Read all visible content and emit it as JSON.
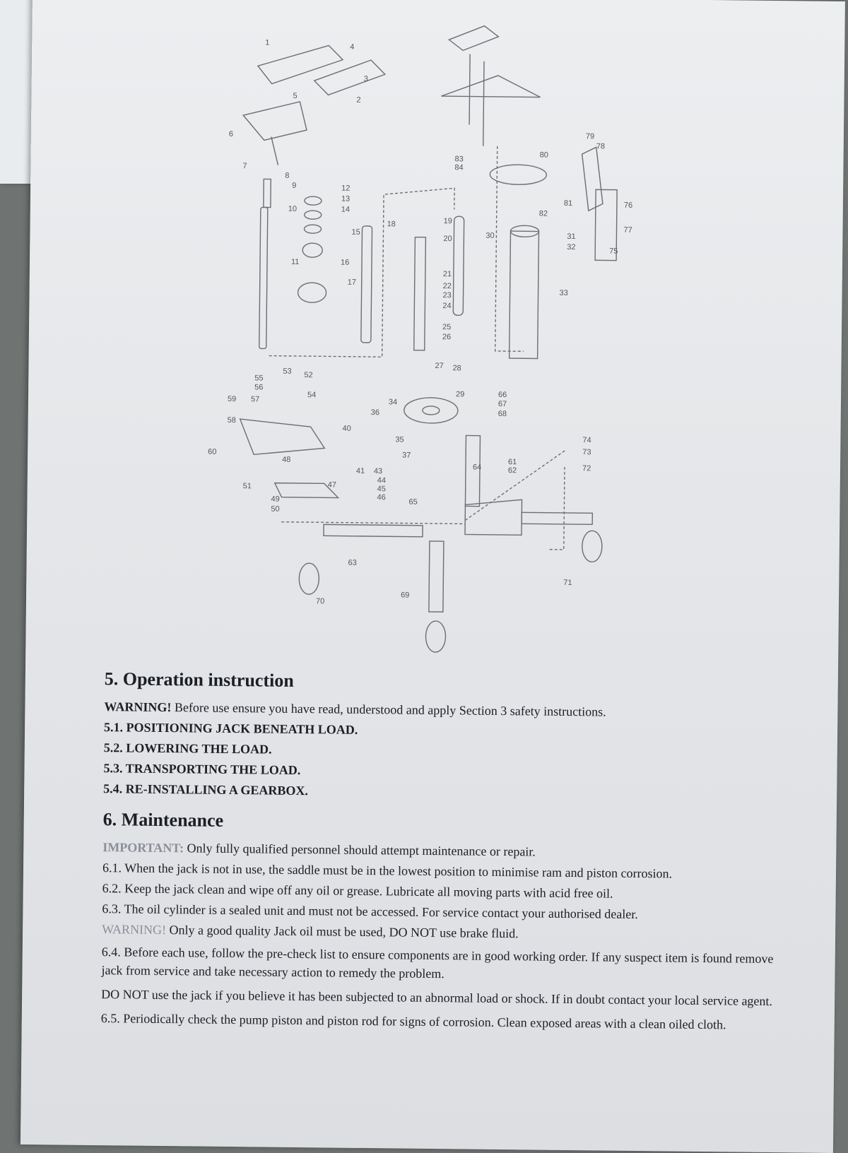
{
  "diagram": {
    "part_numbers": [
      "1",
      "2",
      "3",
      "4",
      "5",
      "6",
      "7",
      "8",
      "9",
      "10",
      "11",
      "12",
      "13",
      "14",
      "15",
      "16",
      "17",
      "18",
      "19",
      "20",
      "21",
      "22",
      "23",
      "24",
      "25",
      "26",
      "27",
      "28",
      "29",
      "30",
      "31",
      "32",
      "33",
      "34",
      "35",
      "36",
      "37",
      "40",
      "41",
      "43",
      "44",
      "45",
      "46",
      "47",
      "48",
      "49",
      "50",
      "51",
      "52",
      "53",
      "54",
      "55",
      "56",
      "57",
      "58",
      "59",
      "60",
      "61",
      "62",
      "63",
      "64",
      "65",
      "66",
      "67",
      "68",
      "69",
      "70",
      "71",
      "72",
      "73",
      "74",
      "75",
      "76",
      "77",
      "78",
      "79",
      "80",
      "81",
      "82",
      "83",
      "84"
    ]
  },
  "section5": {
    "heading": "5. Operation instruction",
    "warning_label": "WARNING!",
    "warning_text": " Before use ensure you have read, understood and apply Section 3 safety instructions.",
    "items": [
      "5.1. POSITIONING JACK BENEATH LOAD.",
      "5.2. LOWERING THE LOAD.",
      "5.3. TRANSPORTING THE LOAD.",
      "5.4. RE-INSTALLING A GEARBOX."
    ]
  },
  "section6": {
    "heading": "6. Maintenance",
    "important_label": "IMPORTANT:",
    "important_text": " Only fully qualified personnel should attempt maintenance or repair.",
    "item_6_1": "6.1. When the jack is not in use, the saddle must be in the lowest position to minimise ram and piston corrosion.",
    "item_6_2": "6.2. Keep the jack clean and wipe off any oil or grease. Lubricate all moving parts with acid free oil.",
    "item_6_3": "6.3. The oil cylinder is a sealed unit and must not be accessed. For service contact your authorised dealer.",
    "warning2_label": "WARNING!",
    "warning2_text": " Only a good quality Jack oil must be used, DO NOT use brake fluid.",
    "item_6_4": "6.4. Before each use, follow the pre-check list to ensure components are in good working order. If any suspect item is found remove jack from service and take necessary action to remedy the problem.",
    "do_not": "DO NOT use the jack if you believe it has been subjected to an abnormal load or shock. If in doubt contact your local service agent.",
    "item_6_5": "6.5. Periodically check the pump piston and piston rod for signs of corrosion. Clean exposed areas with a clean oiled cloth."
  }
}
